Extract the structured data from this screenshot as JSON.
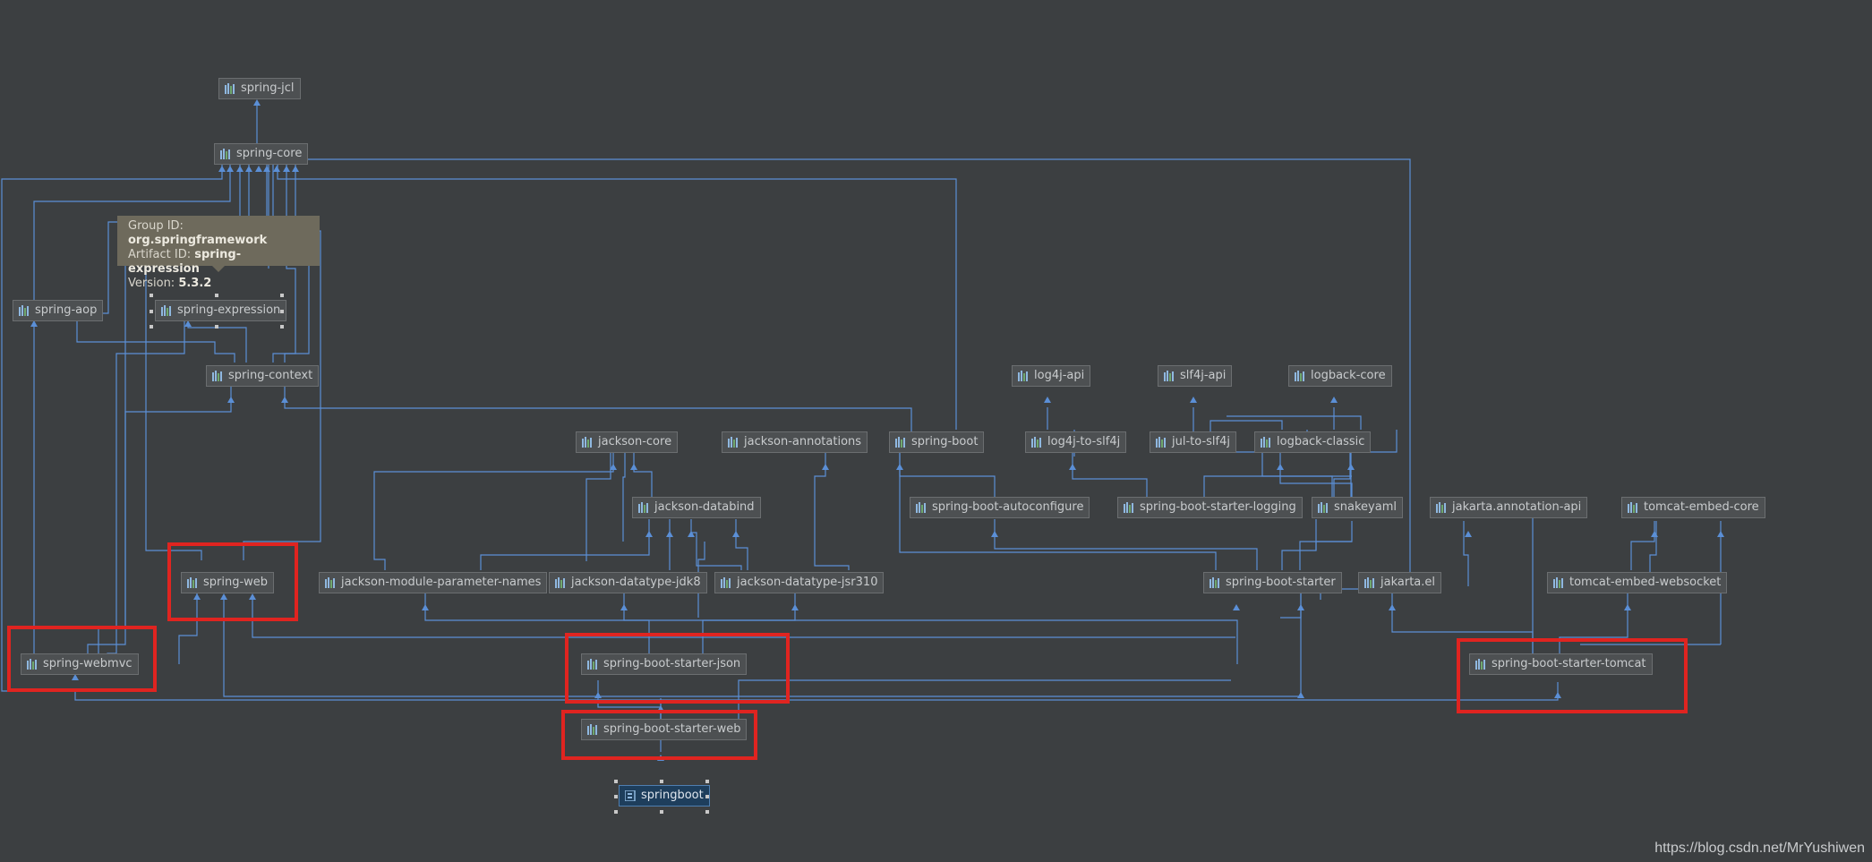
{
  "nodes": {
    "spring_jcl": "spring-jcl",
    "spring_core": "spring-core",
    "spring_aop": "spring-aop",
    "spring_expression": "spring-expression",
    "spring_context": "spring-context",
    "spring_web": "spring-web",
    "spring_webmvc": "spring-webmvc",
    "jackson_core": "jackson-core",
    "jackson_annotations": "jackson-annotations",
    "jackson_databind": "jackson-databind",
    "jackson_module_parameter_names": "jackson-module-parameter-names",
    "jackson_datatype_jdk8": "jackson-datatype-jdk8",
    "jackson_datatype_jsr310": "jackson-datatype-jsr310",
    "spring_boot": "spring-boot",
    "spring_boot_autoconfigure": "spring-boot-autoconfigure",
    "log4j_api": "log4j-api",
    "slf4j_api": "slf4j-api",
    "logback_core": "logback-core",
    "log4j_to_slf4j": "log4j-to-slf4j",
    "jul_to_slf4j": "jul-to-slf4j",
    "logback_classic": "logback-classic",
    "spring_boot_starter_logging": "spring-boot-starter-logging",
    "snakeyaml": "snakeyaml",
    "jakarta_annotation_api": "jakarta.annotation-api",
    "tomcat_embed_core": "tomcat-embed-core",
    "spring_boot_starter": "spring-boot-starter",
    "jakarta_el": "jakarta.el",
    "tomcat_embed_websocket": "tomcat-embed-websocket",
    "spring_boot_starter_json": "spring-boot-starter-json",
    "spring_boot_starter_tomcat": "spring-boot-starter-tomcat",
    "spring_boot_starter_web": "spring-boot-starter-web",
    "springboot": "springboot"
  },
  "tooltip": {
    "group_label": "Group ID:",
    "group_value": "org.springframework",
    "artifact_label": "Artifact ID:",
    "artifact_value": "spring-expression",
    "version_label": "Version:",
    "version_value": "5.3.2"
  },
  "watermark": "https://blog.csdn.net/MrYushiwen",
  "colors": {
    "background": "#3c3f41",
    "edge": "#5b8fd6",
    "highlight": "#e02420",
    "node_bg": "#4d5052",
    "root_bg": "#1e3e5c"
  }
}
